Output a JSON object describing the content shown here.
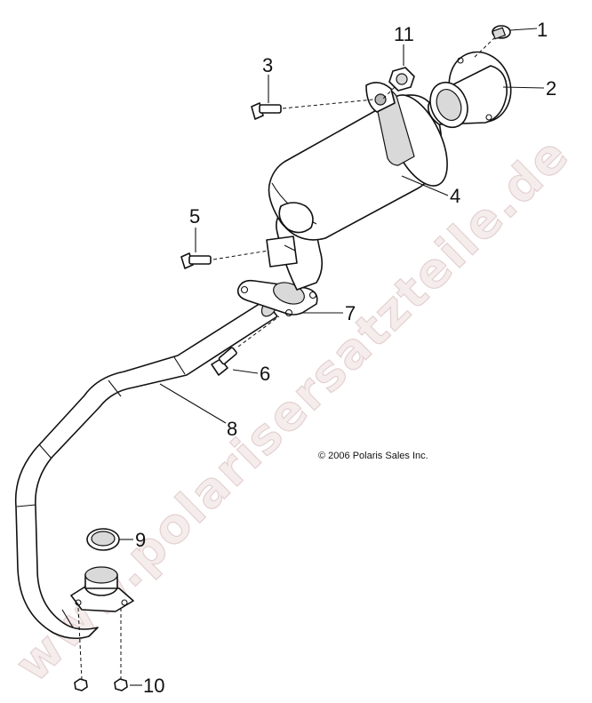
{
  "watermark": "www.polarisersatzteile.de",
  "copyright": "© 2006 Polaris Sales Inc.",
  "callouts": {
    "c1": "1",
    "c2": "2",
    "c3": "3",
    "c4": "4",
    "c5": "5",
    "c6": "6",
    "c7": "7",
    "c8": "8",
    "c9": "9",
    "c10": "10",
    "c11": "11"
  }
}
